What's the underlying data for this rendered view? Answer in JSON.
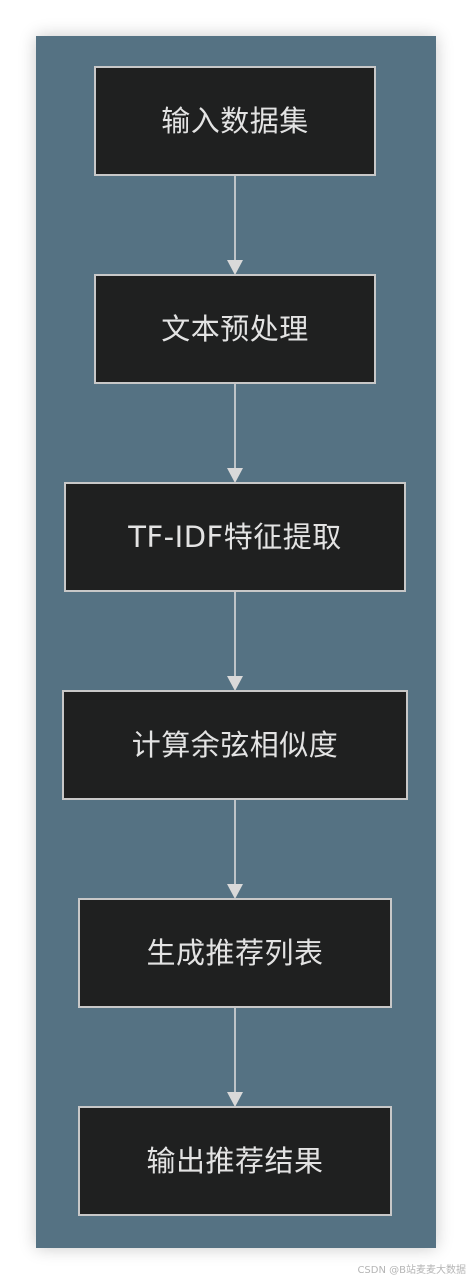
{
  "flowchart": {
    "nodes": [
      {
        "label": "输入数据集"
      },
      {
        "label": "文本预处理"
      },
      {
        "label": "TF-IDF特征提取"
      },
      {
        "label": "计算余弦相似度"
      },
      {
        "label": "生成推荐列表"
      },
      {
        "label": "输出推荐结果"
      }
    ],
    "edges": [
      {
        "from": 0,
        "to": 1
      },
      {
        "from": 1,
        "to": 2
      },
      {
        "from": 2,
        "to": 3
      },
      {
        "from": 3,
        "to": 4
      },
      {
        "from": 4,
        "to": 5
      }
    ]
  },
  "colors": {
    "canvas_background": "#557283",
    "node_fill": "#1f2020",
    "node_border": "#c8c8c8",
    "node_text": "#e3e3e3",
    "arrow": "#d9d9d9"
  },
  "watermark": {
    "text": "CSDN @B站麦麦大数据"
  }
}
